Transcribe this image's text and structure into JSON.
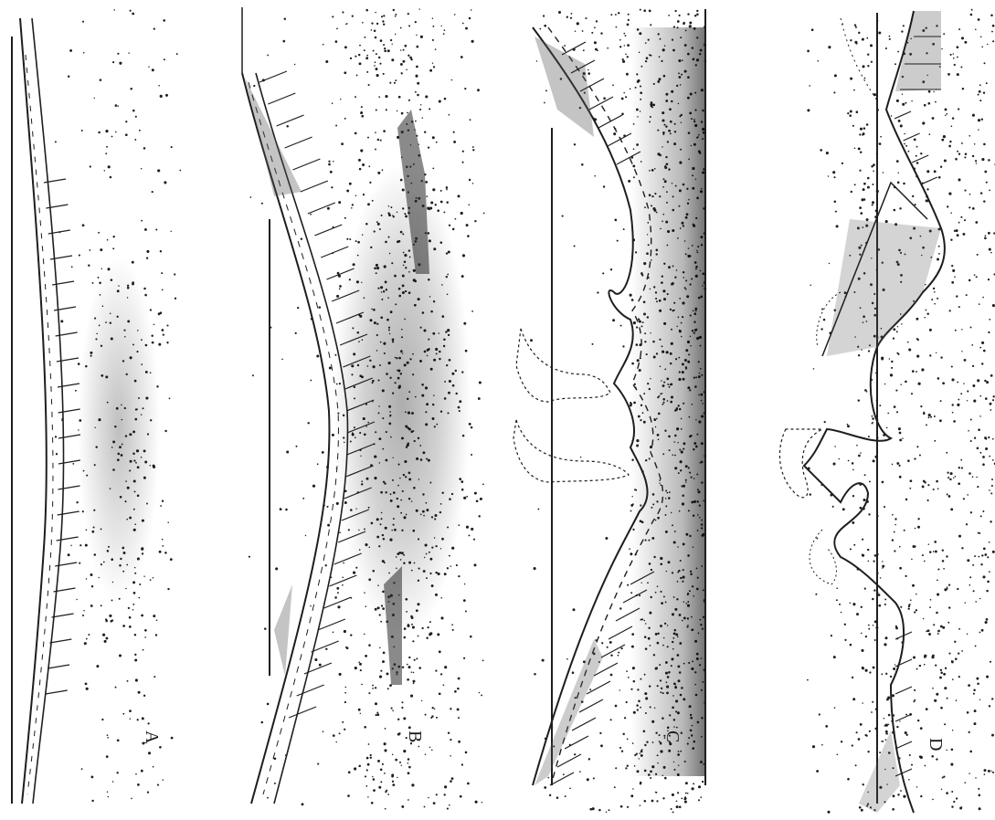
{
  "figure": {
    "panels": [
      {
        "id": "A",
        "label": "A"
      },
      {
        "id": "B",
        "label": "B"
      },
      {
        "id": "C",
        "label": "C"
      },
      {
        "id": "D",
        "label": "D"
      }
    ]
  },
  "style": {
    "ink": "#1e1e1e",
    "paper": "#ffffff",
    "shade": "#3a3a3a"
  }
}
